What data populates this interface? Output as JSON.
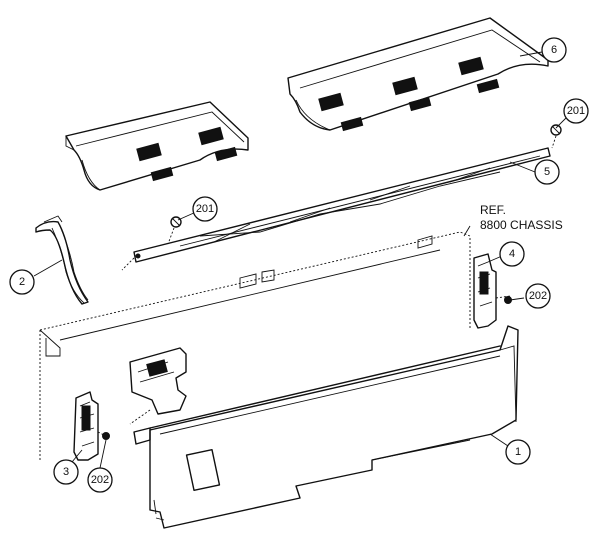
{
  "callouts": {
    "part1": "1",
    "part2": "2",
    "part3": "3",
    "part4": "4",
    "part5": "5",
    "part6": "6",
    "screw201a": "201",
    "screw201b": "201",
    "screw202a": "202",
    "screw202b": "202"
  },
  "ref_label": {
    "line1": "REF.",
    "line2": "8800 CHASSIS"
  }
}
